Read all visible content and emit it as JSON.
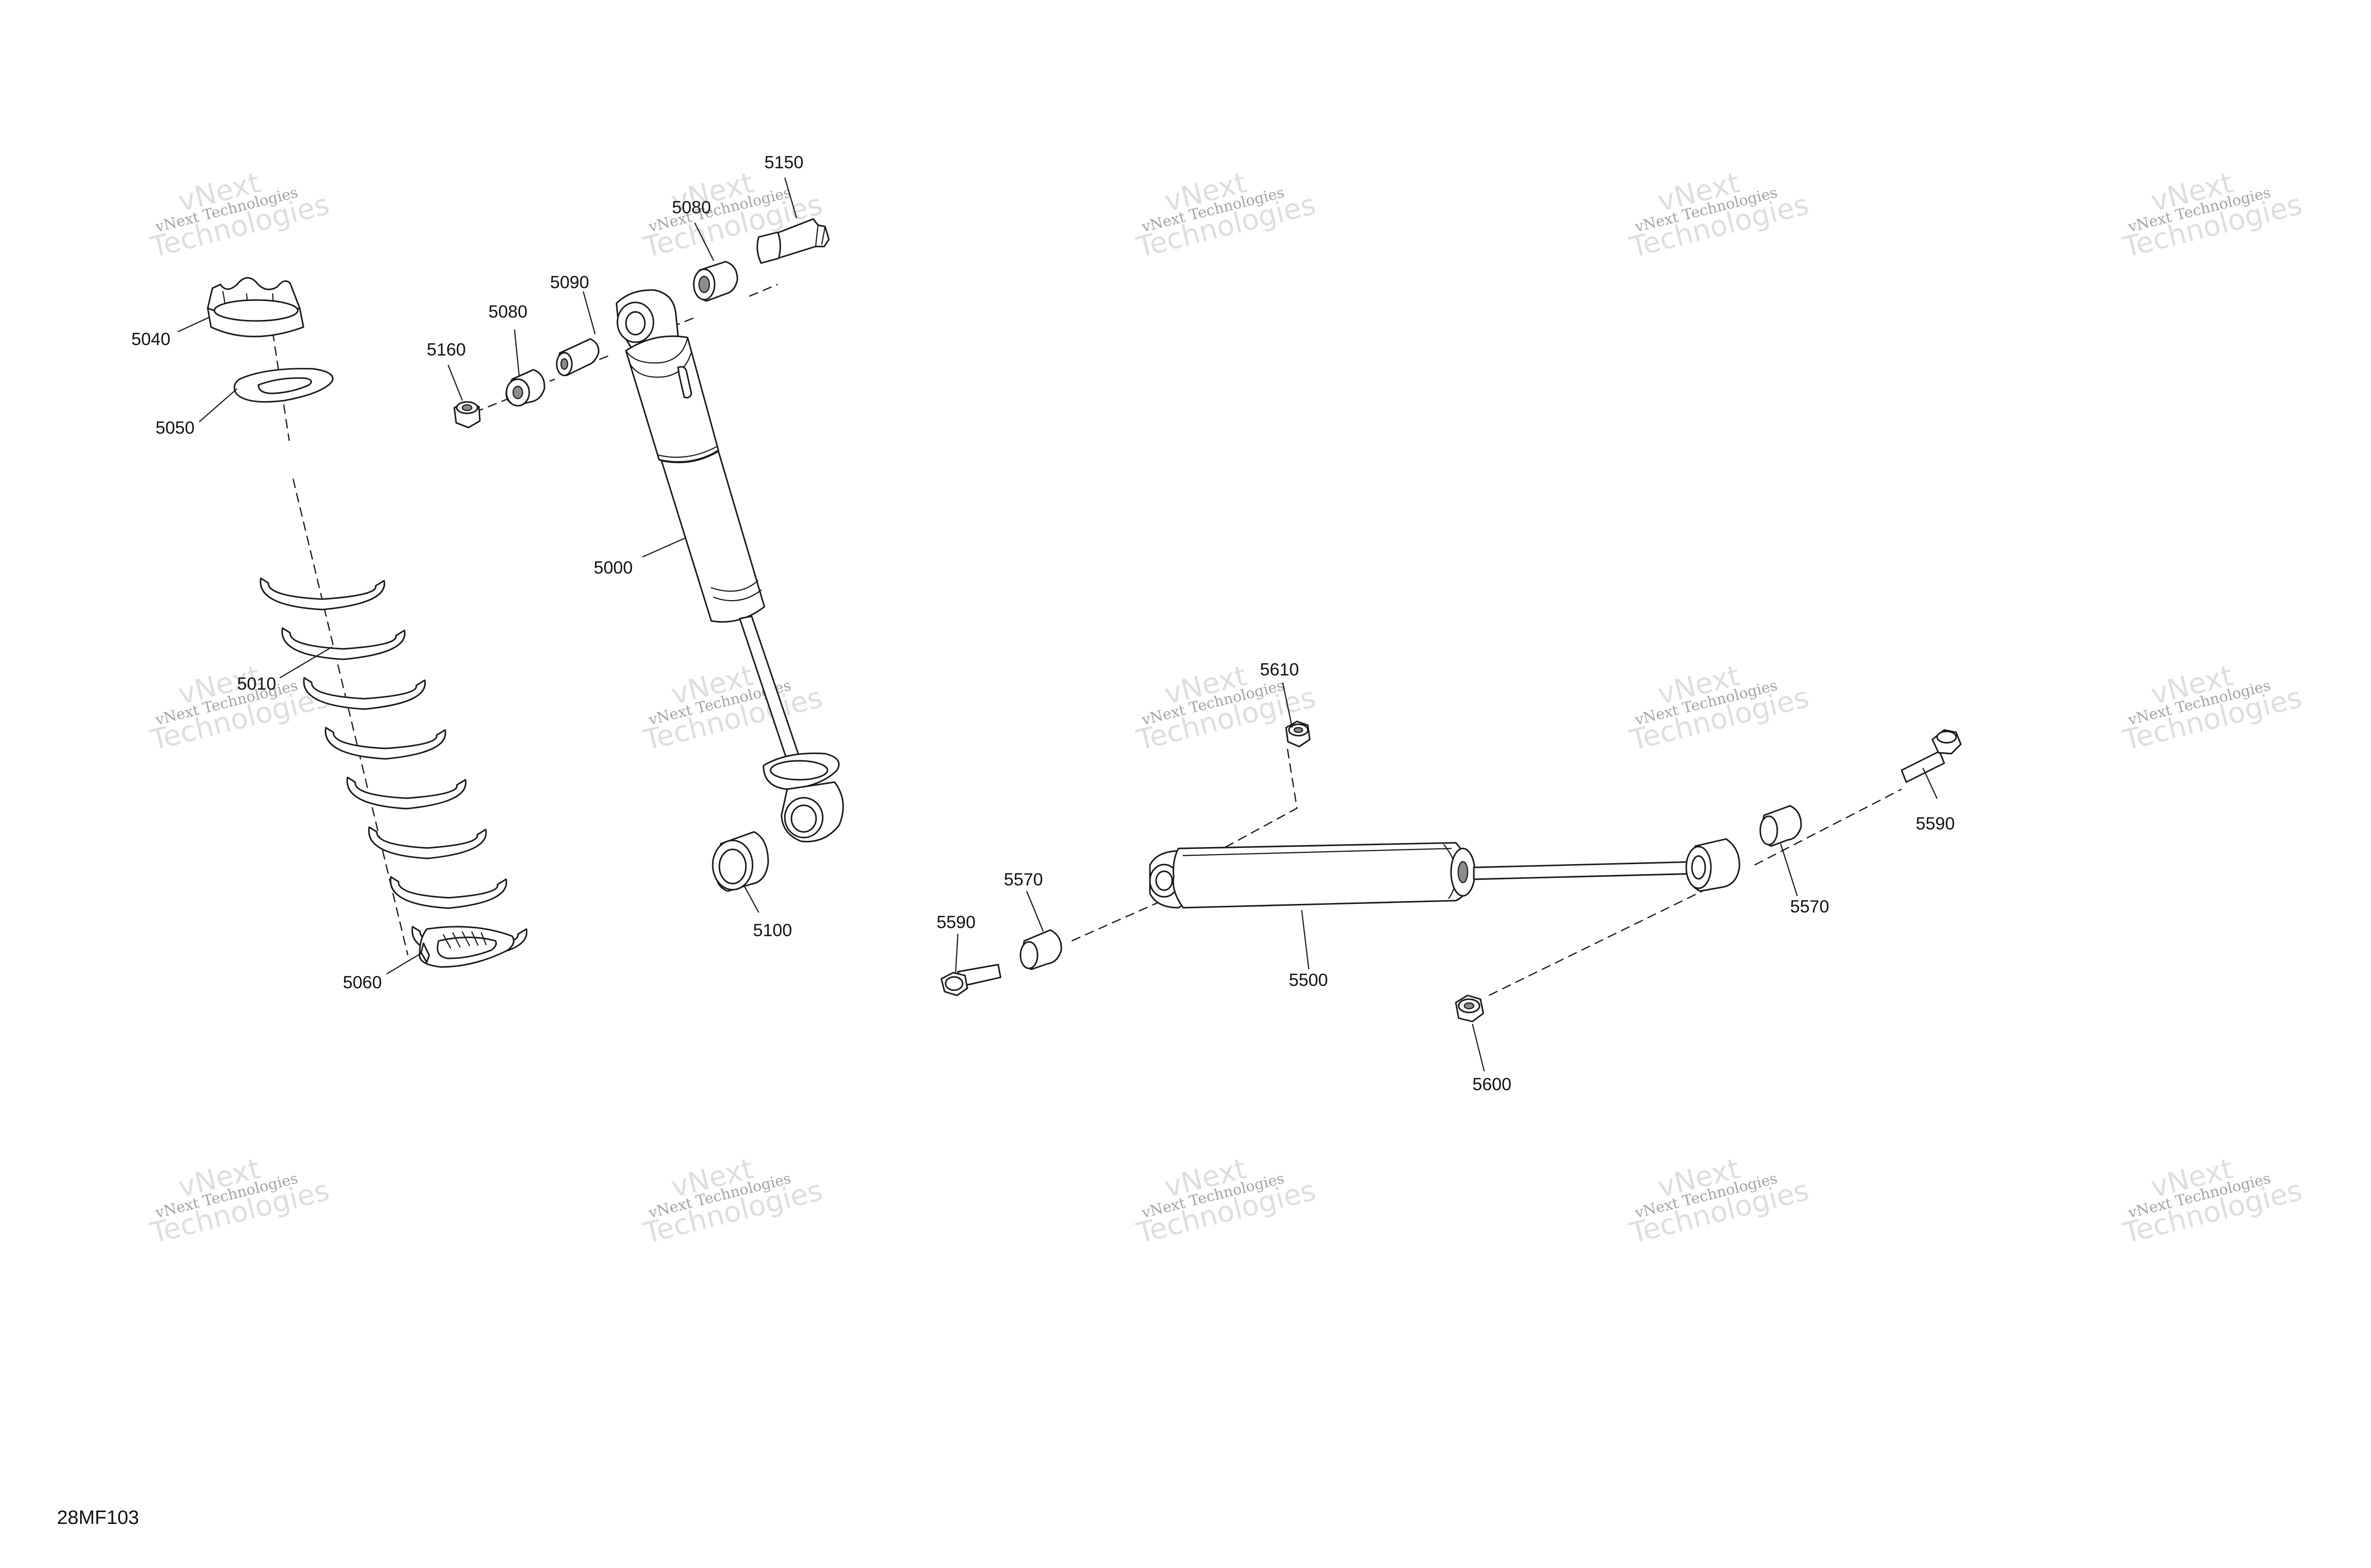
{
  "figure_code": "28MF103",
  "watermark": {
    "line1": "vNext Technologies",
    "line2": "vNext",
    "line3": "Technologies"
  },
  "callouts": {
    "5000": "5000",
    "5010": "5010",
    "5040": "5040",
    "5050": "5050",
    "5060": "5060",
    "5080a": "5080",
    "5080b": "5080",
    "5090": "5090",
    "5100": "5100",
    "5150": "5150",
    "5160": "5160",
    "5500": "5500",
    "5570a": "5570",
    "5570b": "5570",
    "5590a": "5590",
    "5590b": "5590",
    "5600": "5600",
    "5610": "5610"
  }
}
